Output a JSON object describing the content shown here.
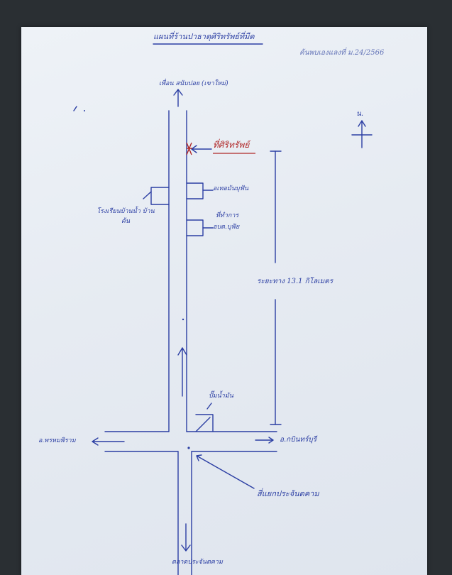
{
  "map": {
    "title": "แผนที่ร้านปาธาตุศิริทรัพย์ที่มืด",
    "date_note": "ค้นพบเองแลงที่ ม.24/2566",
    "north_label": "น.",
    "top_destination": "เพื่อน สนับปอย (เขาใหม่)",
    "labels": {
      "store": "ที่ศิริทรัพย์",
      "market_left": "โรงเรียนบ้านน้ำ บ้านค้น",
      "shop_right_1": "อเทอมันบุฟัน",
      "shop_right_2_line1": "ที่ทำการ",
      "shop_right_2_line2": "อบต.บุฟัย",
      "distance": "ระยะทาง 13.1 กิโลเมตร",
      "gas_station": "ปั๊มน้ำมัน",
      "left_destination": "อ.พรหมพิราม",
      "right_destination": "อ.กบินทร์บุรี",
      "intersection": "สี่แยกประจันตคาม",
      "bottom_destination": "ตลาดประจันตคาม"
    },
    "colors": {
      "ink": "#2b3ea3",
      "red_ink": "#b02828",
      "paper": "#e8edf4",
      "background": "#2a2f33"
    }
  }
}
